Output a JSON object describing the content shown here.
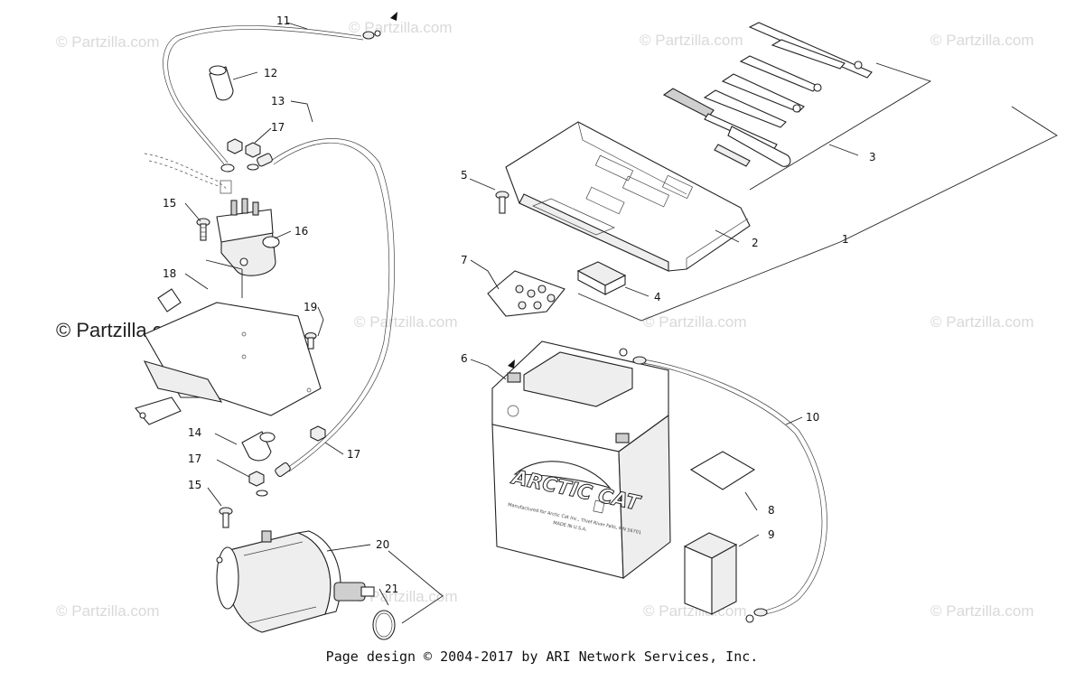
{
  "watermark": {
    "text": "© Partzilla.com",
    "featured_text": "© Partzilla.com"
  },
  "battery": {
    "brand": "ARCTIC CAT",
    "fine_print_1": "Manufactured for Arctic Cat Inc., Thief River Falls, MN 56701",
    "fine_print_2": "MADE IN U.S.A."
  },
  "callouts": [
    {
      "id": "callout-1",
      "label": "1"
    },
    {
      "id": "callout-2",
      "label": "2"
    },
    {
      "id": "callout-3",
      "label": "3"
    },
    {
      "id": "callout-4",
      "label": "4"
    },
    {
      "id": "callout-5",
      "label": "5"
    },
    {
      "id": "callout-6",
      "label": "6"
    },
    {
      "id": "callout-7",
      "label": "7"
    },
    {
      "id": "callout-8",
      "label": "8"
    },
    {
      "id": "callout-9",
      "label": "9"
    },
    {
      "id": "callout-10",
      "label": "10"
    },
    {
      "id": "callout-11",
      "label": "11"
    },
    {
      "id": "callout-12",
      "label": "12"
    },
    {
      "id": "callout-13",
      "label": "13"
    },
    {
      "id": "callout-14",
      "label": "14"
    },
    {
      "id": "callout-15a",
      "label": "15"
    },
    {
      "id": "callout-15b",
      "label": "15"
    },
    {
      "id": "callout-16",
      "label": "16"
    },
    {
      "id": "callout-17a",
      "label": "17"
    },
    {
      "id": "callout-17b",
      "label": "17"
    },
    {
      "id": "callout-17c",
      "label": "17"
    },
    {
      "id": "callout-18",
      "label": "18"
    },
    {
      "id": "callout-19",
      "label": "19"
    },
    {
      "id": "callout-20",
      "label": "20"
    },
    {
      "id": "callout-21",
      "label": "21"
    }
  ],
  "footer": {
    "text": "Page design © 2004-2017 by ARI Network Services, Inc."
  }
}
